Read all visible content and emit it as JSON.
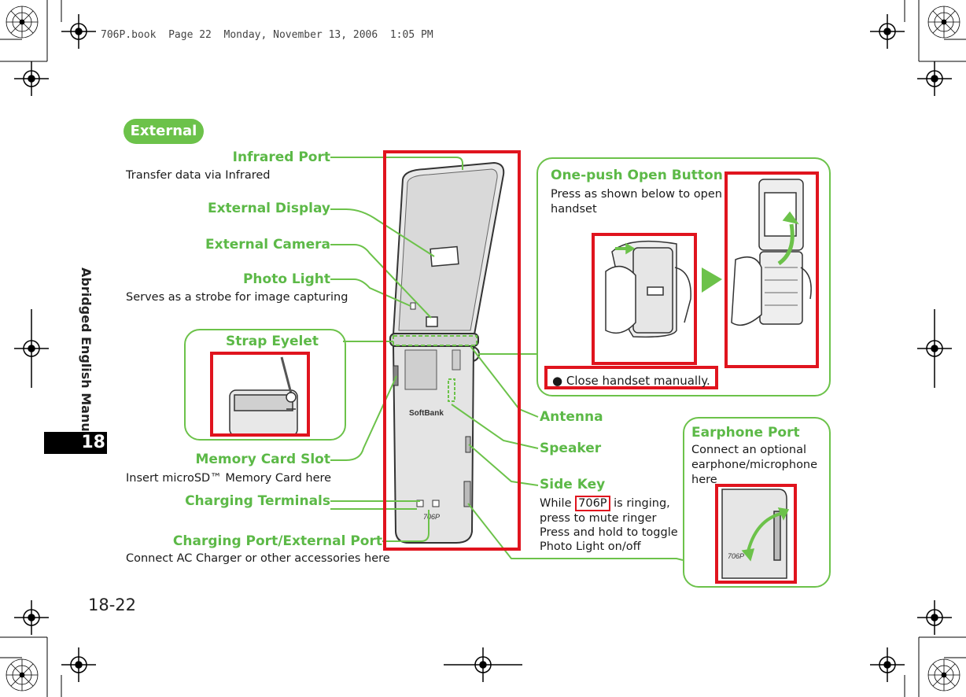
{
  "header": {
    "text": "706P.book  Page 22  Monday, November 13, 2006  1:05 PM"
  },
  "side_tab": {
    "label": "Abridged English Manual",
    "chapter": "18"
  },
  "page": {
    "number": "18-22"
  },
  "section": {
    "title": "External"
  },
  "callouts": {
    "infrared": {
      "label": "Infrared Port",
      "desc": "Transfer data via Infrared"
    },
    "external_display": {
      "label": "External Display"
    },
    "external_camera": {
      "label": "External Camera"
    },
    "photo_light": {
      "label": "Photo Light",
      "desc": "Serves as a strobe for image capturing"
    },
    "strap_eyelet": {
      "label": "Strap Eyelet"
    },
    "memory_card": {
      "label": "Memory Card Slot",
      "desc": "Insert microSD™ Memory Card here"
    },
    "charging_terminals": {
      "label": "Charging Terminals"
    },
    "charging_port": {
      "label": "Charging Port/External Port",
      "desc": "Connect AC Charger or other accessories here"
    },
    "antenna": {
      "label": "Antenna"
    },
    "speaker": {
      "label": "Speaker"
    },
    "side_key": {
      "label": "Side Key",
      "desc_pre": "While ",
      "desc_tag": "706P",
      "desc_post": " is ringing,",
      "desc2": "press to mute ringer",
      "desc3": "Press and hold to toggle",
      "desc4": "Photo Light on/off"
    },
    "one_push": {
      "label": "One-push Open Button",
      "desc1": "Press as shown below to open",
      "desc2": "handset",
      "note": "Close handset manually."
    },
    "earphone": {
      "label": "Earphone Port",
      "desc1": "Connect an optional",
      "desc2": "earphone/microphone",
      "desc3": "here"
    }
  },
  "phone": {
    "brand": "SoftBank",
    "model": "706P"
  },
  "colors": {
    "accent_green": "#6cc24a",
    "highlight_red": "#e0141e"
  }
}
